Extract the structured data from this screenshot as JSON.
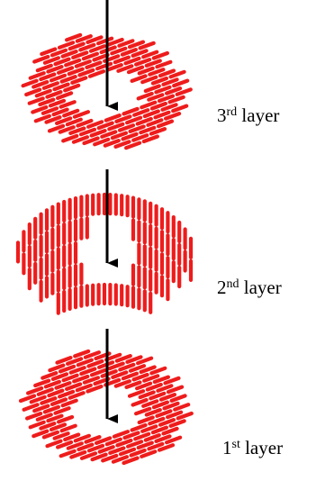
{
  "figure": {
    "fiber_color": "#ee1c1c",
    "arrow_color": "#000000",
    "layers": [
      {
        "key": "third",
        "number": "3",
        "suffix": "rd",
        "word": "layer",
        "fiber_orientation": "diagonal"
      },
      {
        "key": "second",
        "number": "2",
        "suffix": "nd",
        "word": "layer",
        "fiber_orientation": "vertical"
      },
      {
        "key": "first",
        "number": "1",
        "suffix": "st",
        "word": "layer",
        "fiber_orientation": "diagonal"
      }
    ]
  }
}
